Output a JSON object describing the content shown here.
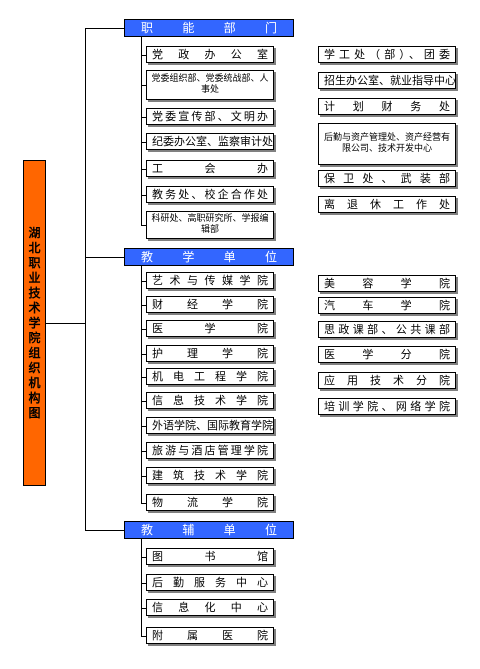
{
  "title": "湖北职业技术学院组织机构图",
  "colors": {
    "root": "#ff6600",
    "category": "#3366ff",
    "line": "#000000",
    "box": "#ffffff",
    "shadow": "#808080"
  },
  "categories": [
    {
      "name": "职能部门",
      "left": [
        "党政办公室",
        "党委组织部、党委统战部、人事处",
        "党委宣传部、文明办",
        "纪委办公室、监察审计处",
        "工会办",
        "教务处、校企合作处",
        "科研处、高职研究所、学报编辑部"
      ],
      "right": [
        "学工处（部）、团委",
        "招生办公室、就业指导中心",
        "计划财务处",
        "后勤与资产管理处、资产经营有限公司、技术开发中心",
        "保卫处、武装部",
        "离退休工作处"
      ]
    },
    {
      "name": "教学单位",
      "left": [
        "艺术与传媒学院",
        "财经学院",
        "医学院",
        "护理学院",
        "机电工程学院",
        "信息技术学院",
        "外语学院、国际教育学院",
        "旅游与酒店管理学院",
        "建筑技术学院",
        "物流学院"
      ],
      "right": [
        "美容学院",
        "汽车学院",
        "思政课部、公共课部",
        "医学分院",
        "应用技术分院",
        "培训学院、网络学院"
      ]
    },
    {
      "name": "教辅单位",
      "left": [
        "图书馆",
        "后勤服务中心",
        "信息化中心",
        "附属医院"
      ],
      "right": []
    }
  ]
}
